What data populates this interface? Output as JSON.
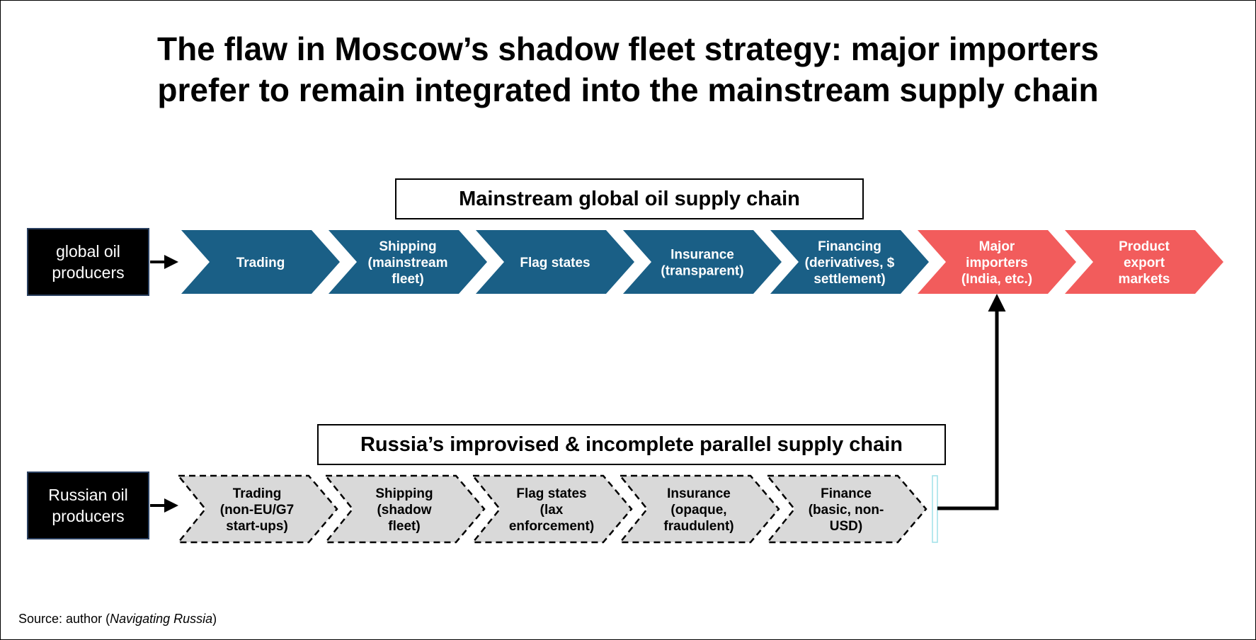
{
  "title": {
    "line1": "The flaw in Moscow’s shadow fleet strategy: major importers",
    "line2": "prefer to remain integrated into the mainstream supply chain"
  },
  "main_chain": {
    "label": "Mainstream global oil supply chain",
    "producer": [
      "global oil",
      "producers"
    ],
    "steps": [
      {
        "lines": [
          "Trading"
        ],
        "kind": "mainstream"
      },
      {
        "lines": [
          "Shipping",
          "(mainstream",
          "fleet)"
        ],
        "kind": "mainstream"
      },
      {
        "lines": [
          "Flag states"
        ],
        "kind": "mainstream"
      },
      {
        "lines": [
          "Insurance",
          "(transparent)"
        ],
        "kind": "mainstream"
      },
      {
        "lines": [
          "Financing",
          "(derivatives, $",
          "settlement)"
        ],
        "kind": "mainstream"
      },
      {
        "lines": [
          "Major",
          "importers",
          "(India, etc.)"
        ],
        "kind": "market"
      },
      {
        "lines": [
          "Product",
          "export",
          "markets"
        ],
        "kind": "market"
      }
    ]
  },
  "parallel_chain": {
    "label": "Russia’s improvised & incomplete parallel supply chain",
    "producer": [
      "Russian oil",
      "producers"
    ],
    "steps": [
      {
        "lines": [
          "Trading",
          "(non-EU/G7",
          "start-ups)"
        ]
      },
      {
        "lines": [
          "Shipping",
          "(shadow",
          "fleet)"
        ]
      },
      {
        "lines": [
          "Flag states",
          "(lax",
          "enforcement)"
        ]
      },
      {
        "lines": [
          "Insurance",
          "(opaque,",
          "fraudulent)"
        ]
      },
      {
        "lines": [
          "Finance",
          "(basic, non-",
          "USD)"
        ]
      }
    ]
  },
  "source": {
    "prefix": "Source: author (",
    "work": "Navigating Russia",
    "suffix": ")"
  },
  "colors": {
    "mainstream": "#1a5f86",
    "market": "#f25c5c",
    "parallel_fill": "#d9d9d9",
    "text_on_color": "#ffffff",
    "text_on_grey": "#000000",
    "arrow": "#000000",
    "ghost_outline": "#9fe0e8"
  }
}
